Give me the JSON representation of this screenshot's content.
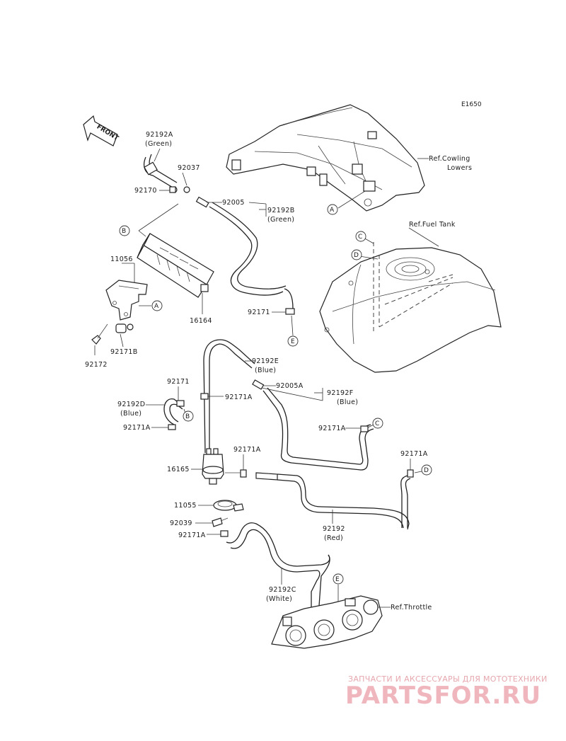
{
  "diagram_code": "E1650",
  "front_label": "FRONT",
  "refs": {
    "cowling": "Ref.Cowling",
    "cowling_line2": "Lowers",
    "fuel_tank": "Ref.Fuel Tank",
    "throttle": "Ref.Throttle"
  },
  "callouts": {
    "a": "A",
    "b": "B",
    "c": "C",
    "d": "D",
    "e": "E"
  },
  "parts": {
    "p92192A": "92192A",
    "p92192A_color": "(Green)",
    "p92037": "92037",
    "p92170": "92170",
    "p92005": "92005",
    "p92192B": "92192B",
    "p92192B_color": "(Green)",
    "p11056": "11056",
    "p16164": "16164",
    "p92171_top": "92171",
    "p92171B": "92171B",
    "p92172": "92172",
    "p92192E": "92192E",
    "p92192E_color": "(Blue)",
    "p92171_mid": "92171",
    "p92171A_1": "92171A",
    "p92192D": "92192D",
    "p92192D_color": "(Blue)",
    "p92005A": "92005A",
    "p92192F": "92192F",
    "p92192F_color": "(Blue)",
    "p92171A_2": "92171A",
    "p92171A_3": "92171A",
    "p92171A_4": "92171A",
    "p92171A_5": "92171A",
    "p16165": "16165",
    "p11055": "11055",
    "p92039": "92039",
    "p92171A_6": "92171A",
    "p92192": "92192",
    "p92192_color": "(Red)",
    "p92192C": "92192C",
    "p92192C_color": "(White)"
  },
  "watermark": {
    "line1": "ЗАПЧАСТИ И АКСЕССУАРЫ ДЛЯ МОТОТЕХНИКИ",
    "line2": "PARTSFOR.RU"
  }
}
